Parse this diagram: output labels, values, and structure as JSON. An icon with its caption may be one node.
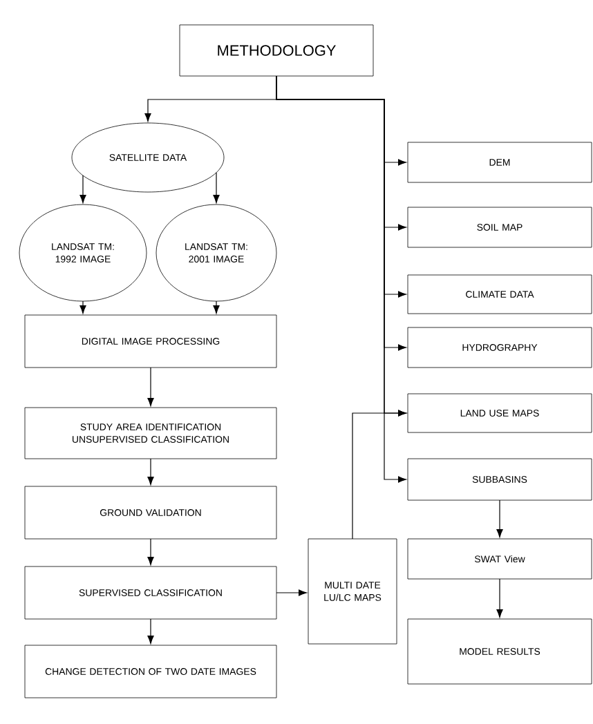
{
  "diagram": {
    "nodes": [
      {
        "text": [
          "METHODOLOGY"
        ]
      },
      {
        "text": [
          "SATELLITE DATA"
        ]
      },
      {
        "text": [
          "LANDSAT TM: 1992 IMAGE"
        ]
      },
      {
        "text": [
          "LANDSAT TM: 2001 IMAGE"
        ]
      },
      {
        "text": [
          "DIGITAL IMAGE PROCESSING"
        ]
      },
      {
        "text": [
          "STUDY AREA IDENTIFICATION UNSUPERVISED CLASSIFICATION"
        ]
      },
      {
        "text": [
          "GROUND VALIDATION"
        ]
      },
      {
        "text": [
          "SUPERVISED CLASSIFICATION"
        ]
      },
      {
        "text": [
          "CHANGE DETECTION OF TWO DATE IMAGES"
        ]
      },
      {
        "text": [
          "MULTI DATE LU/LC MAPS"
        ]
      },
      {
        "text": [
          "DEM"
        ]
      },
      {
        "text": [
          "SOIL MAP"
        ]
      },
      {
        "text": [
          "CLIMATE DATA"
        ]
      },
      {
        "text": [
          "HYDROGRAPHY"
        ]
      },
      {
        "text": [
          "LAND USE MAPS"
        ]
      },
      {
        "text": [
          "SUBBASINS"
        ]
      },
      {
        "text": [
          "SWAT View"
        ]
      },
      {
        "text": [
          "MODEL RESULTS"
        ]
      }
    ],
    "edges": [
      {
        "from": 0,
        "to": 1,
        "arrow": "to"
      },
      {
        "from": 1,
        "to": 2,
        "arrow": "to"
      },
      {
        "from": 1,
        "to": 3,
        "arrow": "to"
      },
      {
        "from": 2,
        "to": 4,
        "arrow": "to"
      },
      {
        "from": 3,
        "to": 4,
        "arrow": "to"
      },
      {
        "from": 4,
        "to": 5,
        "arrow": "to"
      },
      {
        "from": 5,
        "to": 6,
        "arrow": "to"
      },
      {
        "from": 6,
        "to": 7,
        "arrow": "to"
      },
      {
        "from": 7,
        "to": 8,
        "arrow": "to"
      },
      {
        "from": 7,
        "to": 9,
        "arrow": "to"
      },
      {
        "from": 9,
        "to": 14,
        "arrow": "to"
      },
      {
        "from": 0,
        "to": 10,
        "arrow": "to"
      },
      {
        "from": 0,
        "to": 11,
        "arrow": "to"
      },
      {
        "from": 0,
        "to": 12,
        "arrow": "to"
      },
      {
        "from": 0,
        "to": 13,
        "arrow": "to"
      },
      {
        "from": 0,
        "to": 14,
        "arrow": "to"
      },
      {
        "from": 0,
        "to": 15,
        "arrow": "to"
      },
      {
        "from": 15,
        "to": 16,
        "arrow": "to"
      },
      {
        "from": 16,
        "to": 17,
        "arrow": "to"
      }
    ]
  }
}
